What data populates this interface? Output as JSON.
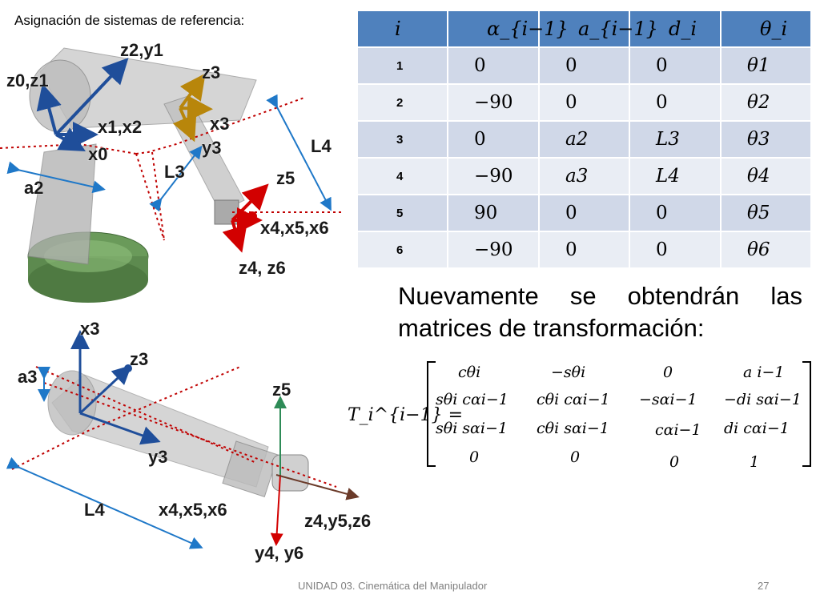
{
  "heading": "Asignación de sistemas de referencia:",
  "table": {
    "headers": [
      "i",
      "α_{i−1}",
      "a_{i−1}",
      "d_i",
      "θ_i"
    ],
    "rows": [
      [
        "1",
        "0",
        "0",
        "0",
        "θ1"
      ],
      [
        "2",
        "−90",
        "0",
        "0",
        "θ2"
      ],
      [
        "3",
        "0",
        "a2",
        "L3",
        "θ3"
      ],
      [
        "4",
        "−90",
        "a3",
        "L4",
        "θ4"
      ],
      [
        "5",
        "90",
        "0",
        "0",
        "θ5"
      ],
      [
        "6",
        "−90",
        "0",
        "0",
        "θ6"
      ]
    ]
  },
  "paragraph": "Nuevamente se obtendrán las matrices de transformación:",
  "matrix": {
    "lhs": "T_i^{i−1} =",
    "rows": [
      [
        "cθi",
        "−sθi",
        "0",
        "a i−1"
      ],
      [
        "sθi cαi−1",
        "cθi cαi−1",
        "−sαi−1",
        "−di sαi−1"
      ],
      [
        "sθi sαi−1",
        "cθi sαi−1",
        "cαi−1",
        "di cαi−1"
      ],
      [
        "0",
        "0",
        "0",
        "1"
      ]
    ]
  },
  "figure_top_labels": [
    "z2,y1",
    "z0,z1",
    "z3",
    "x1,x2",
    "x0",
    "x3",
    "y3",
    "L4",
    "L3",
    "a2",
    "z5",
    "x4,x5,x6",
    "z4, z6"
  ],
  "figure_bottom_labels": [
    "x3",
    "z3",
    "a3",
    "z5",
    "y3",
    "L4",
    "x4,x5,x6",
    "z4,y5,z6",
    "y4, y6"
  ],
  "colors": {
    "table_header": "#4f81bd",
    "row_odd": "#d0d8e8",
    "row_even": "#e9edf4",
    "dotted_line": "#c00000",
    "axis_blue": "#1f4e9a",
    "axis_red": "#d20000",
    "axis_gold": "#b8860b",
    "axis_green": "#2e8b57"
  },
  "footer": {
    "title": "UNIDAD 03. Cinemática del Manipulador",
    "page": "27"
  }
}
